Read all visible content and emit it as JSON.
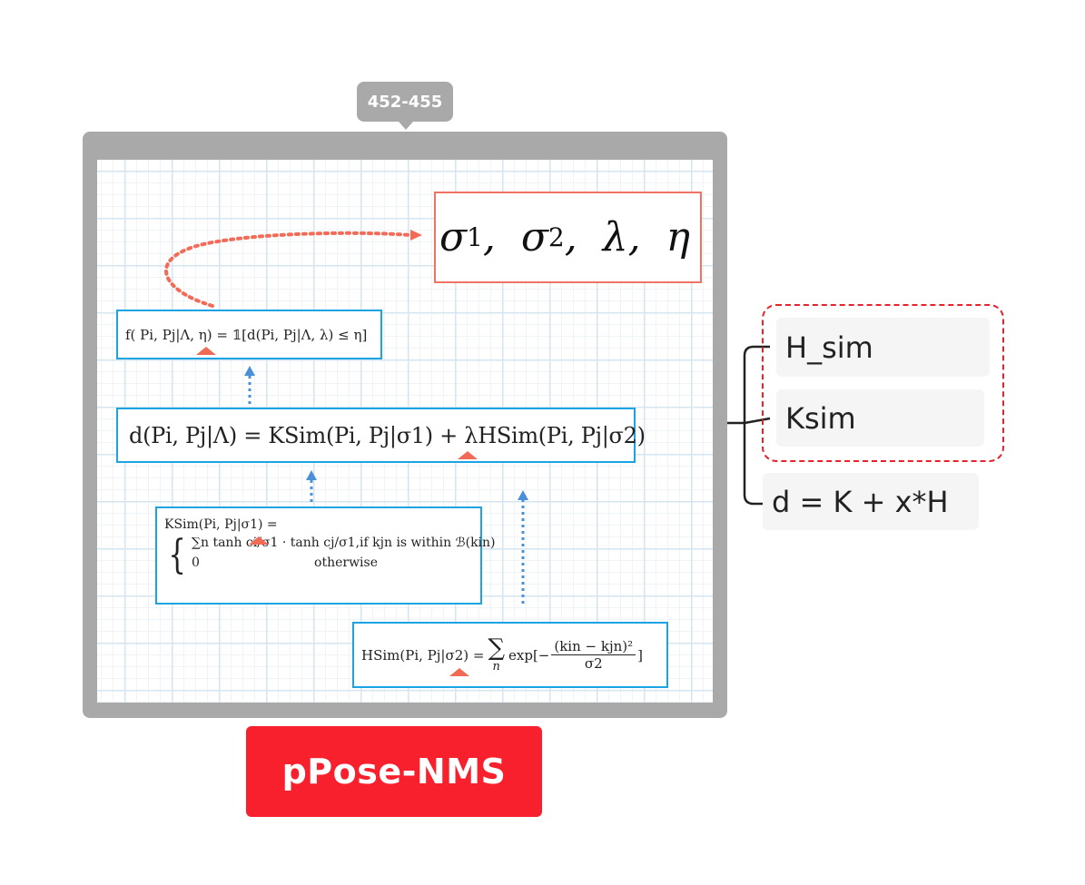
{
  "page_badge": "452-455",
  "title": "pPose-NMS",
  "params_box": {
    "sigma": "σ",
    "sub1": "1",
    "sub2": "2",
    "sep": ",",
    "lambda": "λ",
    "eta": "η"
  },
  "formula_f": {
    "text": "f( P",
    "body": "i, Pj|Λ, η) = 𝟙[d(Pi, Pj|Λ, λ) ≤ η]"
  },
  "formula_d": {
    "lhs": "d(Pi, Pj|Λ)",
    "rhs": "= KSim(Pi, Pj|σ1) + λHSim(Pi, Pj|σ2)"
  },
  "formula_k": {
    "head": "KSim(Pi, Pj|σ1) =",
    "case1_expr": "∑n tanh ci/σ1 · tanh cj/σ1,",
    "case1_cond": "if kjn is within ℬ(kin)",
    "case2_expr": "0",
    "case2_cond": "otherwise"
  },
  "formula_h": {
    "lhs": "HSim(Pi, Pj|σ2) =",
    "sum_sub": "n",
    "exp": "exp[−",
    "num": "(kin − kjn)²",
    "den": "σ2",
    "close": "]"
  },
  "topics": {
    "h_sim": "H_sim",
    "k_sim": "Ksim",
    "d_formula": "d = K + x*H"
  },
  "colors": {
    "frame": "#a9a9a9",
    "formula_border": "#1ba3e3",
    "params_border": "#f07262",
    "title_bg": "#f8202d",
    "arrow_red": "#f36b57",
    "arrow_blue": "#4a90d9",
    "selection": "#e8212b"
  }
}
